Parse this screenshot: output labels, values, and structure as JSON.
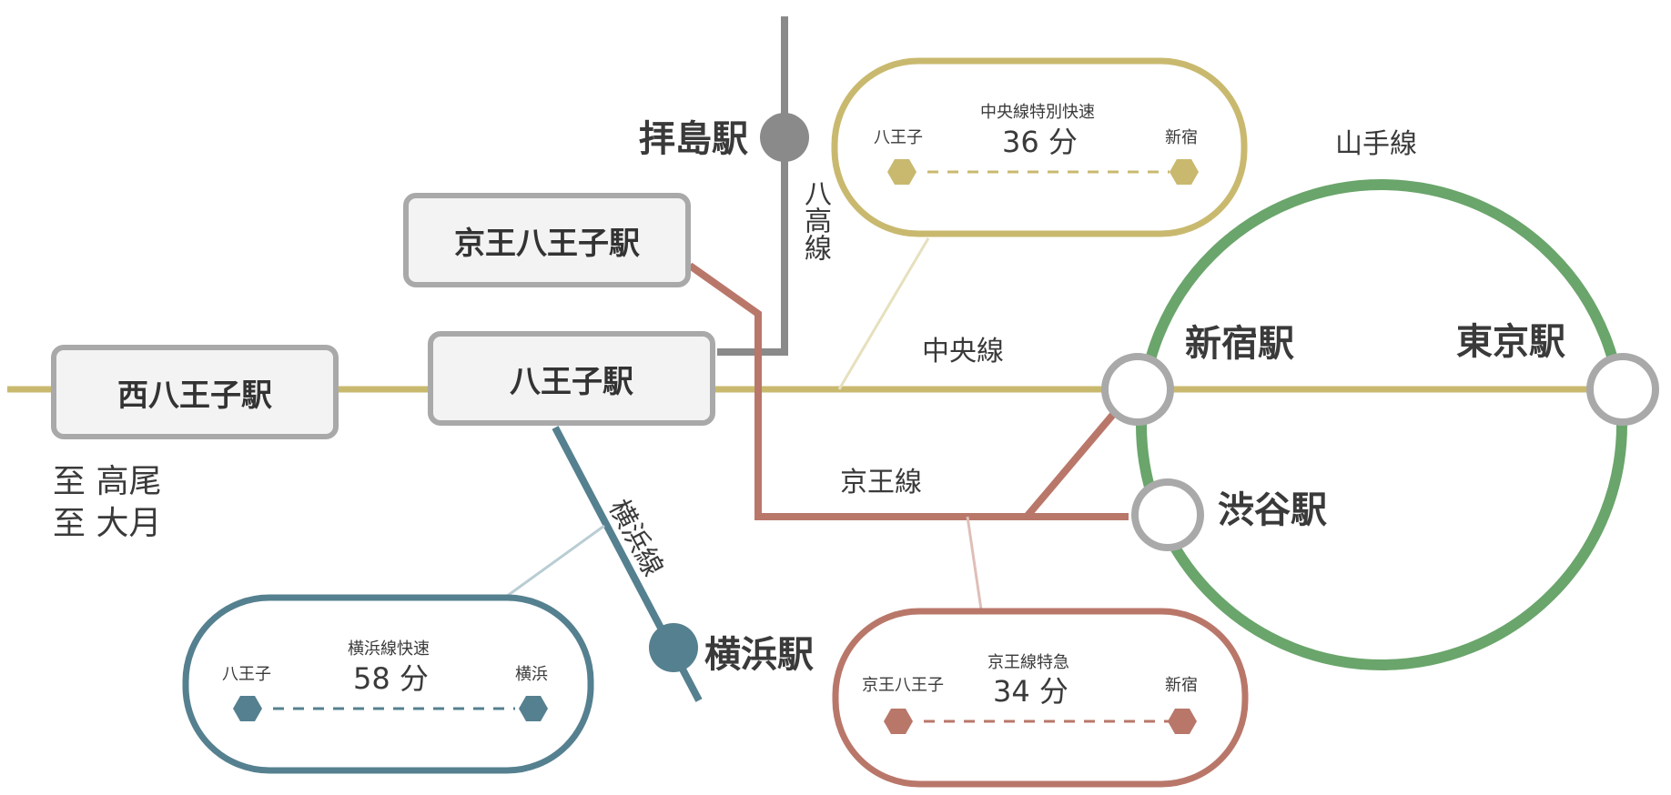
{
  "colors": {
    "chuo": "#c9b96f",
    "keio": "#b9776a",
    "yokohama": "#55808f",
    "hachiko": "#8a8a8a",
    "yamanote": "#6aa56b",
    "box_border": "#a9a9a9",
    "box_fill": "#f3f3f3"
  },
  "stations": {
    "nishi_hachioji": "西八王子駅",
    "hachioji": "八王子駅",
    "keio_hachioji": "京王八王子駅",
    "haijima": "拝島駅",
    "yokohama": "横浜駅",
    "shinjuku": "新宿駅",
    "tokyo": "東京駅",
    "shibuya": "渋谷駅"
  },
  "lines": {
    "chuo": "中央線",
    "keio": "京王線",
    "yokohama": "横浜線",
    "hachiko": "八高線",
    "yamanote": "山手線"
  },
  "destinations": [
    "至 高尾",
    "至 大月"
  ],
  "routes": {
    "chuo": {
      "name": "中央線特別快速",
      "from": "八王子",
      "to": "新宿",
      "time": "36 分"
    },
    "keio": {
      "name": "京王線特急",
      "from": "京王八王子",
      "to": "新宿",
      "time": "34 分"
    },
    "yokohama": {
      "name": "横浜線快速",
      "from": "八王子",
      "to": "横浜",
      "time": "58 分"
    }
  }
}
